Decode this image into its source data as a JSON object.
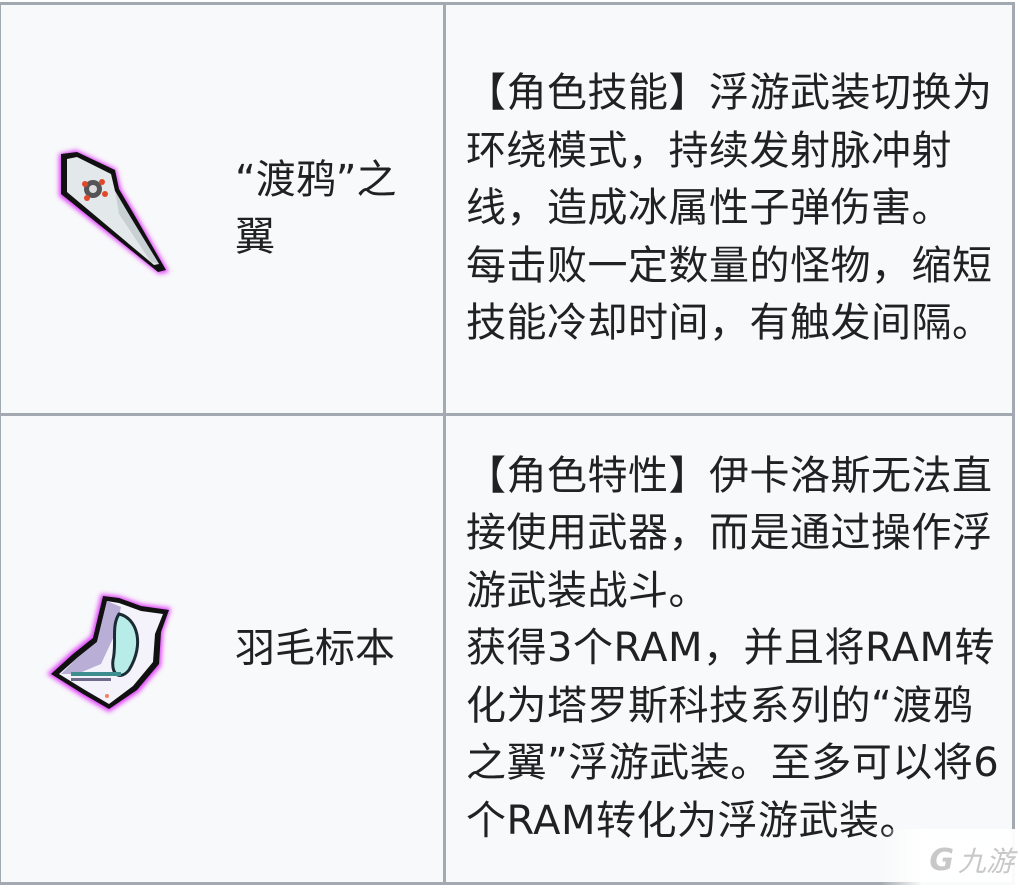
{
  "table": {
    "rows": [
      {
        "icon": "raven-wing-weapon-icon",
        "name": "“渡鸦”之翼",
        "description": "【角色技能】浮游武装切换为环绕模式，持续发射脉冲射线，造成冰属性子弹伤害。\n每击败一定数量的怪物，缩短技能冷却时间，有触发间隔。"
      },
      {
        "icon": "feather-specimen-icon",
        "name": "羽毛标本",
        "description": "【角色特性】伊卡洛斯无法直接使用武器，而是通过操作浮游武装战斗。\n获得3个RAM，并且将RAM转化为塔罗斯科技系列的“渡鸦之翼”浮游武装。至多可以将6个RAM转化为浮游武装。"
      }
    ]
  },
  "watermark": {
    "logo": "G",
    "text": "九游"
  },
  "colors": {
    "border": "#a2a9b1",
    "cell_bg": "#f8f9fa",
    "glow": "#e040fb"
  }
}
